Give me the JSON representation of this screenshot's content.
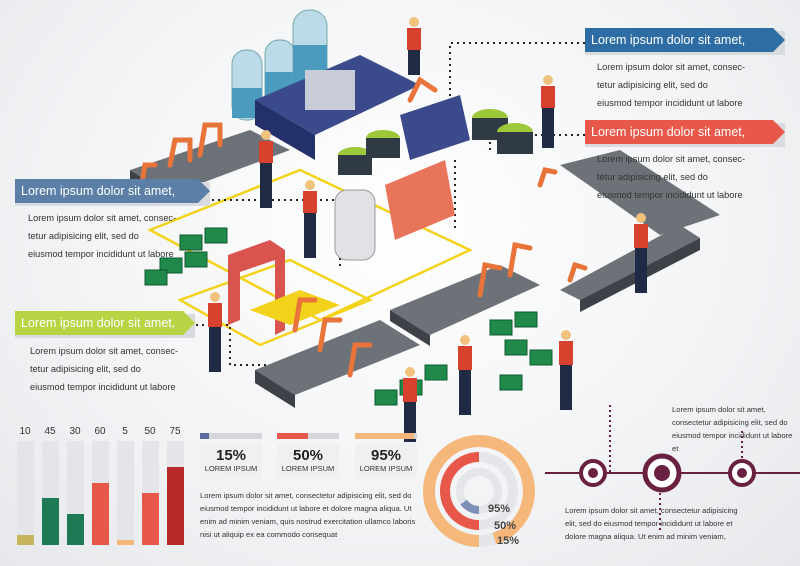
{
  "banners": [
    {
      "title": "Lorem ipsum dolor sit amet,",
      "color": "#2e6da4"
    },
    {
      "title": "Lorem ipsum dolor sit amet,",
      "color": "#e8584a"
    },
    {
      "title": "Lorem ipsum dolor sit amet,",
      "color": "#5c7fa8"
    },
    {
      "title": "Lorem ipsum dolor sit amet,",
      "color": "#b6d443"
    }
  ],
  "paragraphs": [
    [
      "Lorem ipsum dolor sit amet, consec-",
      "tetur adipisicing elit, sed do",
      "eiusmod tempor incididunt ut labore"
    ],
    [
      "Lorem ipsum dolor sit amet, consec-",
      "tetur adipisicing elit, sed do",
      "eiusmod tempor incididunt ut labore"
    ],
    [
      "Lorem ipsum dolor sit amet, consec-",
      "tetur adipisicing elit, sed do",
      "eiusmod tempor incididunt ut labore"
    ],
    [
      "Lorem ipsum dolor sit amet, consec-",
      "tetur adipisicing elit, sed do",
      "eiusmod tempor incididunt ut labore"
    ]
  ],
  "stats": [
    {
      "value": "15%",
      "label": "LOREM IPSUM",
      "fill": 0.15,
      "color": "#5a6a9a"
    },
    {
      "value": "50%",
      "label": "LOREM IPSUM",
      "fill": 0.5,
      "color": "#e8584a"
    },
    {
      "value": "95%",
      "label": "LOREM IPSUM",
      "fill": 0.95,
      "color": "#f6b77a"
    }
  ],
  "bottom_text": [
    "Lorem ipsum dolor sit amet, consectetur adipisicing elit, sed do",
    "eiusmod tempor incididunt ut labore et dolore magna aliqua. Ut",
    "enim ad minim veniam, quis nostrud exercitation ullamco laboris",
    "nisi ut aliquip ex ea commodo consequat"
  ],
  "timeline_text_top": [
    "Lorem ipsum dolor sit amet,",
    "consectetur adipisicing elit, sed do",
    "eiusmod tempor incididunt ut labore et"
  ],
  "timeline_text_bottom": [
    "Lorem ipsum dolor sit amet, consectetur adipisicing",
    "elit, sed do eiusmod tempor incididunt ut labore et",
    "dolore magna aliqua. Ut enim ad minim veniam,"
  ],
  "bar_chart": {
    "values": [
      10,
      45,
      30,
      60,
      5,
      50,
      75
    ],
    "colors": [
      "#c8b45a",
      "#1e7a55",
      "#1e7a55",
      "#e8584a",
      "#f6b77a",
      "#e8584a",
      "#b82a2a"
    ]
  },
  "donut": {
    "labels": [
      "95%",
      "50%",
      "15%"
    ],
    "values": [
      0.95,
      0.5,
      0.15
    ],
    "colors": [
      "#f6b77a",
      "#e8584a",
      "#7e8fb8"
    ]
  }
}
